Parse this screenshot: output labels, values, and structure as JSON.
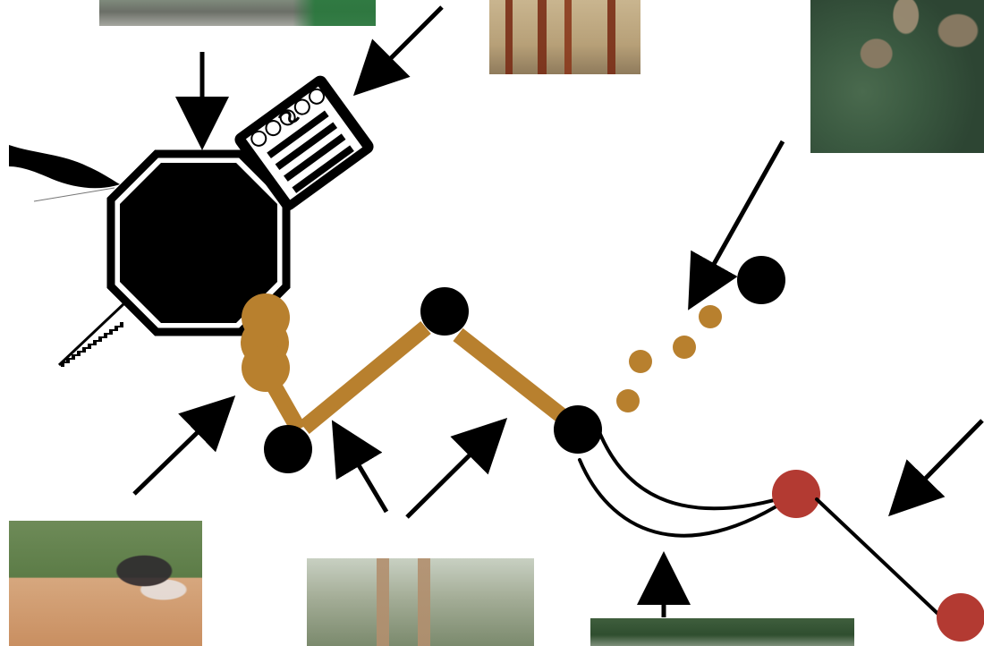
{
  "diagram": {
    "colors": {
      "black": "#000000",
      "tan": "#B8802E",
      "red": "#B33A32",
      "white": "#FFFFFF"
    },
    "icons": [
      "octagon-structure",
      "ladder-sign",
      "wave-slide",
      "stair-edge"
    ],
    "photos": [
      "photo-top-left",
      "photo-top-middle",
      "photo-top-right",
      "photo-bottom-left",
      "photo-bottom-middle",
      "photo-bottom-right"
    ]
  }
}
